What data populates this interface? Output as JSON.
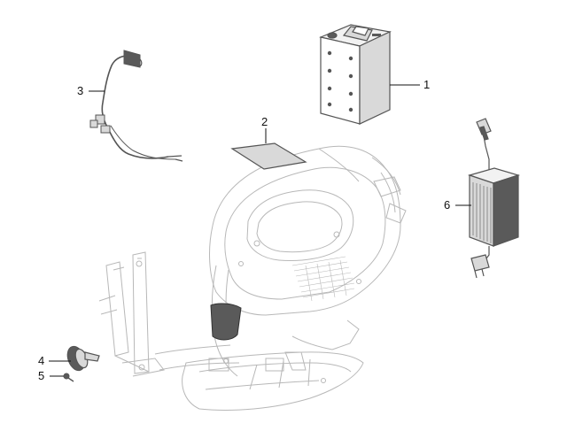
{
  "diagram": {
    "callouts": [
      {
        "id": "c1",
        "label": "1"
      },
      {
        "id": "c2",
        "label": "2"
      },
      {
        "id": "c3",
        "label": "3"
      },
      {
        "id": "c4",
        "label": "4"
      },
      {
        "id": "c5",
        "label": "5"
      },
      {
        "id": "c6",
        "label": "6"
      }
    ],
    "colors": {
      "background": "#ffffff",
      "line": "#111111",
      "part_stroke": "#555555",
      "ghost_stroke": "#b8b8b8",
      "fill_light": "#f2f2f2",
      "fill_mid": "#d9d9d9",
      "fill_dark": "#5a5a5a"
    }
  }
}
